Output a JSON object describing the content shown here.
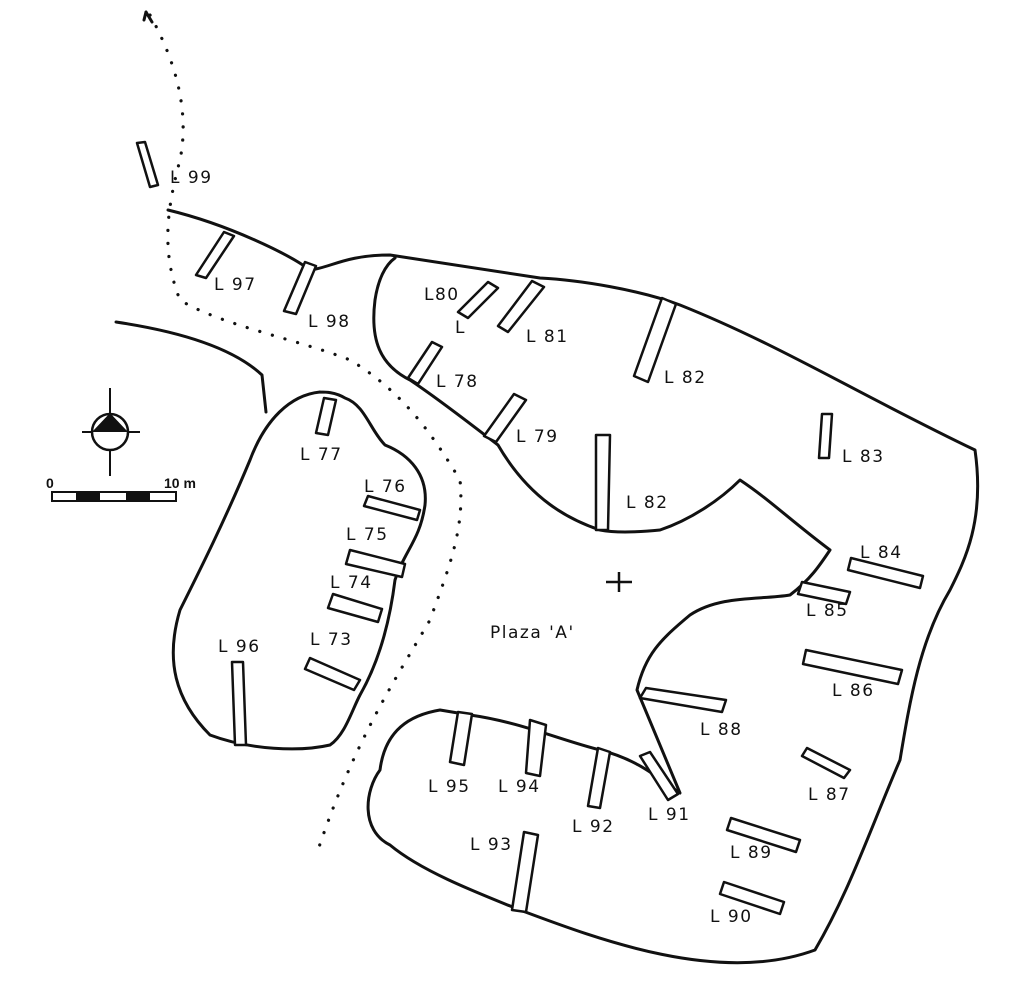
{
  "labels": {
    "L99": "L 99",
    "L97": "L 97",
    "L98": "L 98",
    "L80": "L80",
    "L80b": "L",
    "L81": "L 81",
    "L78": "L 78",
    "L79": "L 79",
    "L82a": "L 82",
    "L82b": "L 82",
    "L83": "L 83",
    "L77": "L 77",
    "L76": "L 76",
    "L75": "L 75",
    "L74": "L 74",
    "L73": "L 73",
    "L96": "L 96",
    "L84": "L 84",
    "L85": "L 85",
    "L86": "L 86",
    "L88": "L 88",
    "L87": "L 87",
    "L95": "L 95",
    "L94": "L 94",
    "L92": "L 92",
    "L91": "L 91",
    "L93": "L 93",
    "L89": "L 89",
    "L90": "L 90"
  },
  "plaza": "Plaza 'A'",
  "scale": {
    "start": "0",
    "end": "10 m"
  },
  "icons": {
    "north": "north-arrow-icon",
    "center": "plaza-center-cross-icon"
  }
}
